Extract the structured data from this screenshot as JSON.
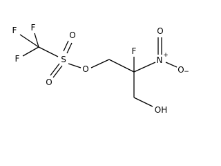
{
  "atoms": {
    "f1": "F",
    "f2": "F",
    "f3": "F",
    "s": "S",
    "o_sulfonyl_top": "O",
    "o_sulfonyl_bottom": "O",
    "o_ester": "O",
    "f_central": "F",
    "n_nitro": "N",
    "n_plus": "+",
    "o_nitro_double": "O",
    "o_nitro_single": "O",
    "o_minus": "−",
    "hydroxyl": "OH"
  }
}
